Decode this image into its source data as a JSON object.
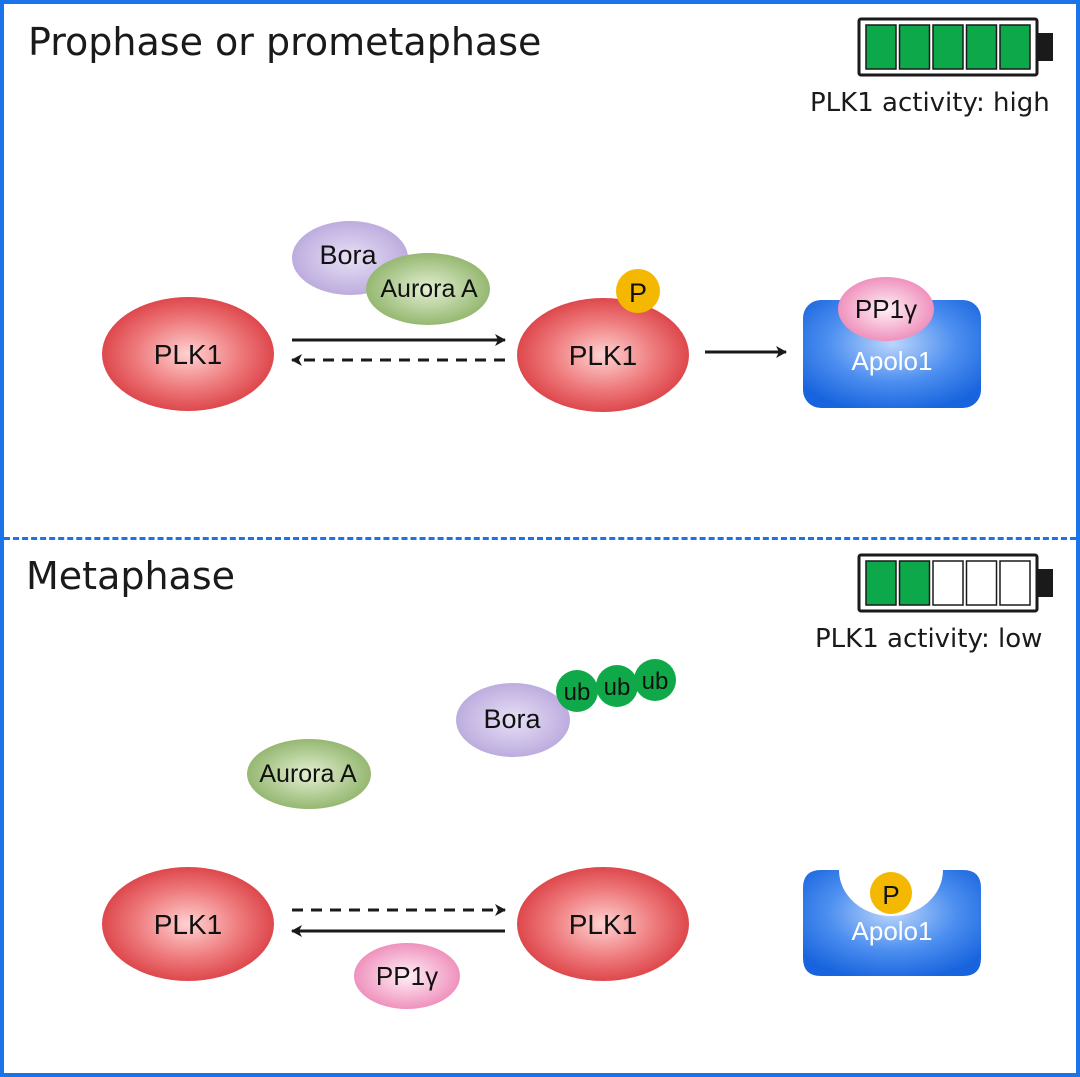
{
  "panels": {
    "top": {
      "title": "Prophase or prometaphase",
      "activity_label": "PLK1 activity: high",
      "activity_level": 1.0,
      "battery_segments_filled": 5,
      "battery_segments_total": 5,
      "labels": {
        "plk1_left": "PLK1",
        "plk1_right": "PLK1",
        "phospho": "P",
        "bora": "Bora",
        "aurora": "Aurora A",
        "pp1": "PP1γ",
        "apolo": "Apolo1"
      }
    },
    "bottom": {
      "title": "Metaphase",
      "activity_label": "PLK1 activity: low",
      "activity_level": 0.4,
      "battery_segments_filled": 2,
      "battery_segments_total": 5,
      "labels": {
        "plk1_left": "PLK1",
        "plk1_right": "PLK1",
        "bora": "Bora",
        "ub1": "ub",
        "ub2": "ub",
        "ub3": "ub",
        "aurora": "Aurora A",
        "pp1": "PP1γ",
        "phospho": "P",
        "apolo": "Apolo1"
      }
    }
  },
  "colors": {
    "frame": "#1a73e8",
    "battery_fill": "#0da84a",
    "plk1": "#e0474c",
    "bora": "#b9a9dd",
    "aurora": "#8fb46a",
    "pp1": "#ee88b8",
    "apolo": "#1c6fe0",
    "phospho": "#f5b800",
    "ubiquitin": "#10a94a",
    "arrow": "#1a1a1a"
  }
}
